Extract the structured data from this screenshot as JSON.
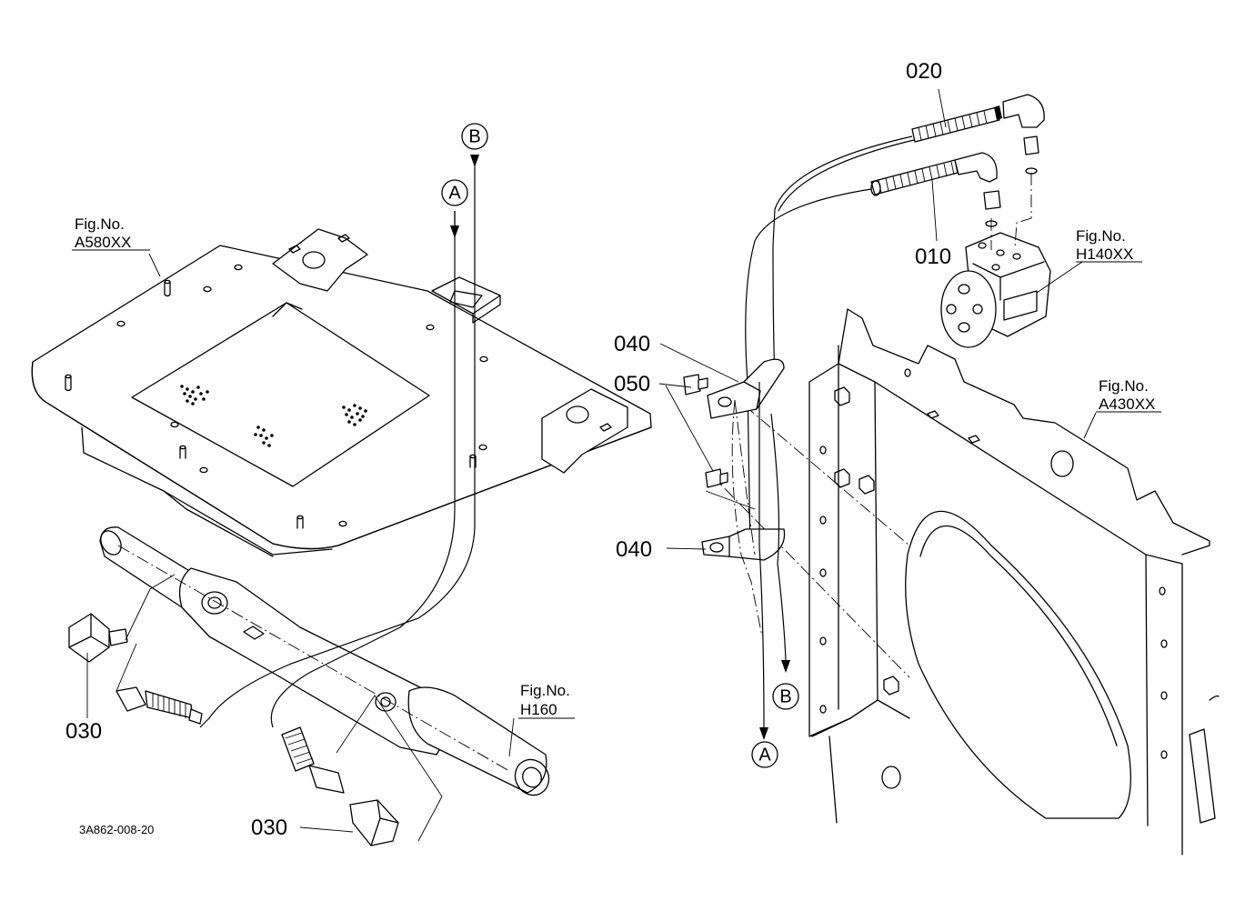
{
  "callouts": {
    "p010": "010",
    "p020": "020",
    "p030_left": "030",
    "p030_bottom": "030",
    "p040_top": "040",
    "p040_bottom": "040",
    "p050": "050"
  },
  "figure_refs": {
    "a580": {
      "caption": "Fig.No.",
      "code": "A580XX"
    },
    "h140": {
      "caption": "Fig.No.",
      "code": "H140XX"
    },
    "a430": {
      "caption": "Fig.No.",
      "code": "A430XX"
    },
    "h160": {
      "caption": "Fig.No.",
      "code": "H160"
    }
  },
  "connectors": {
    "a_top": "A",
    "b_top": "B",
    "a_bottom": "A",
    "b_bottom": "B"
  },
  "drawing_number": "3A862-008-20"
}
